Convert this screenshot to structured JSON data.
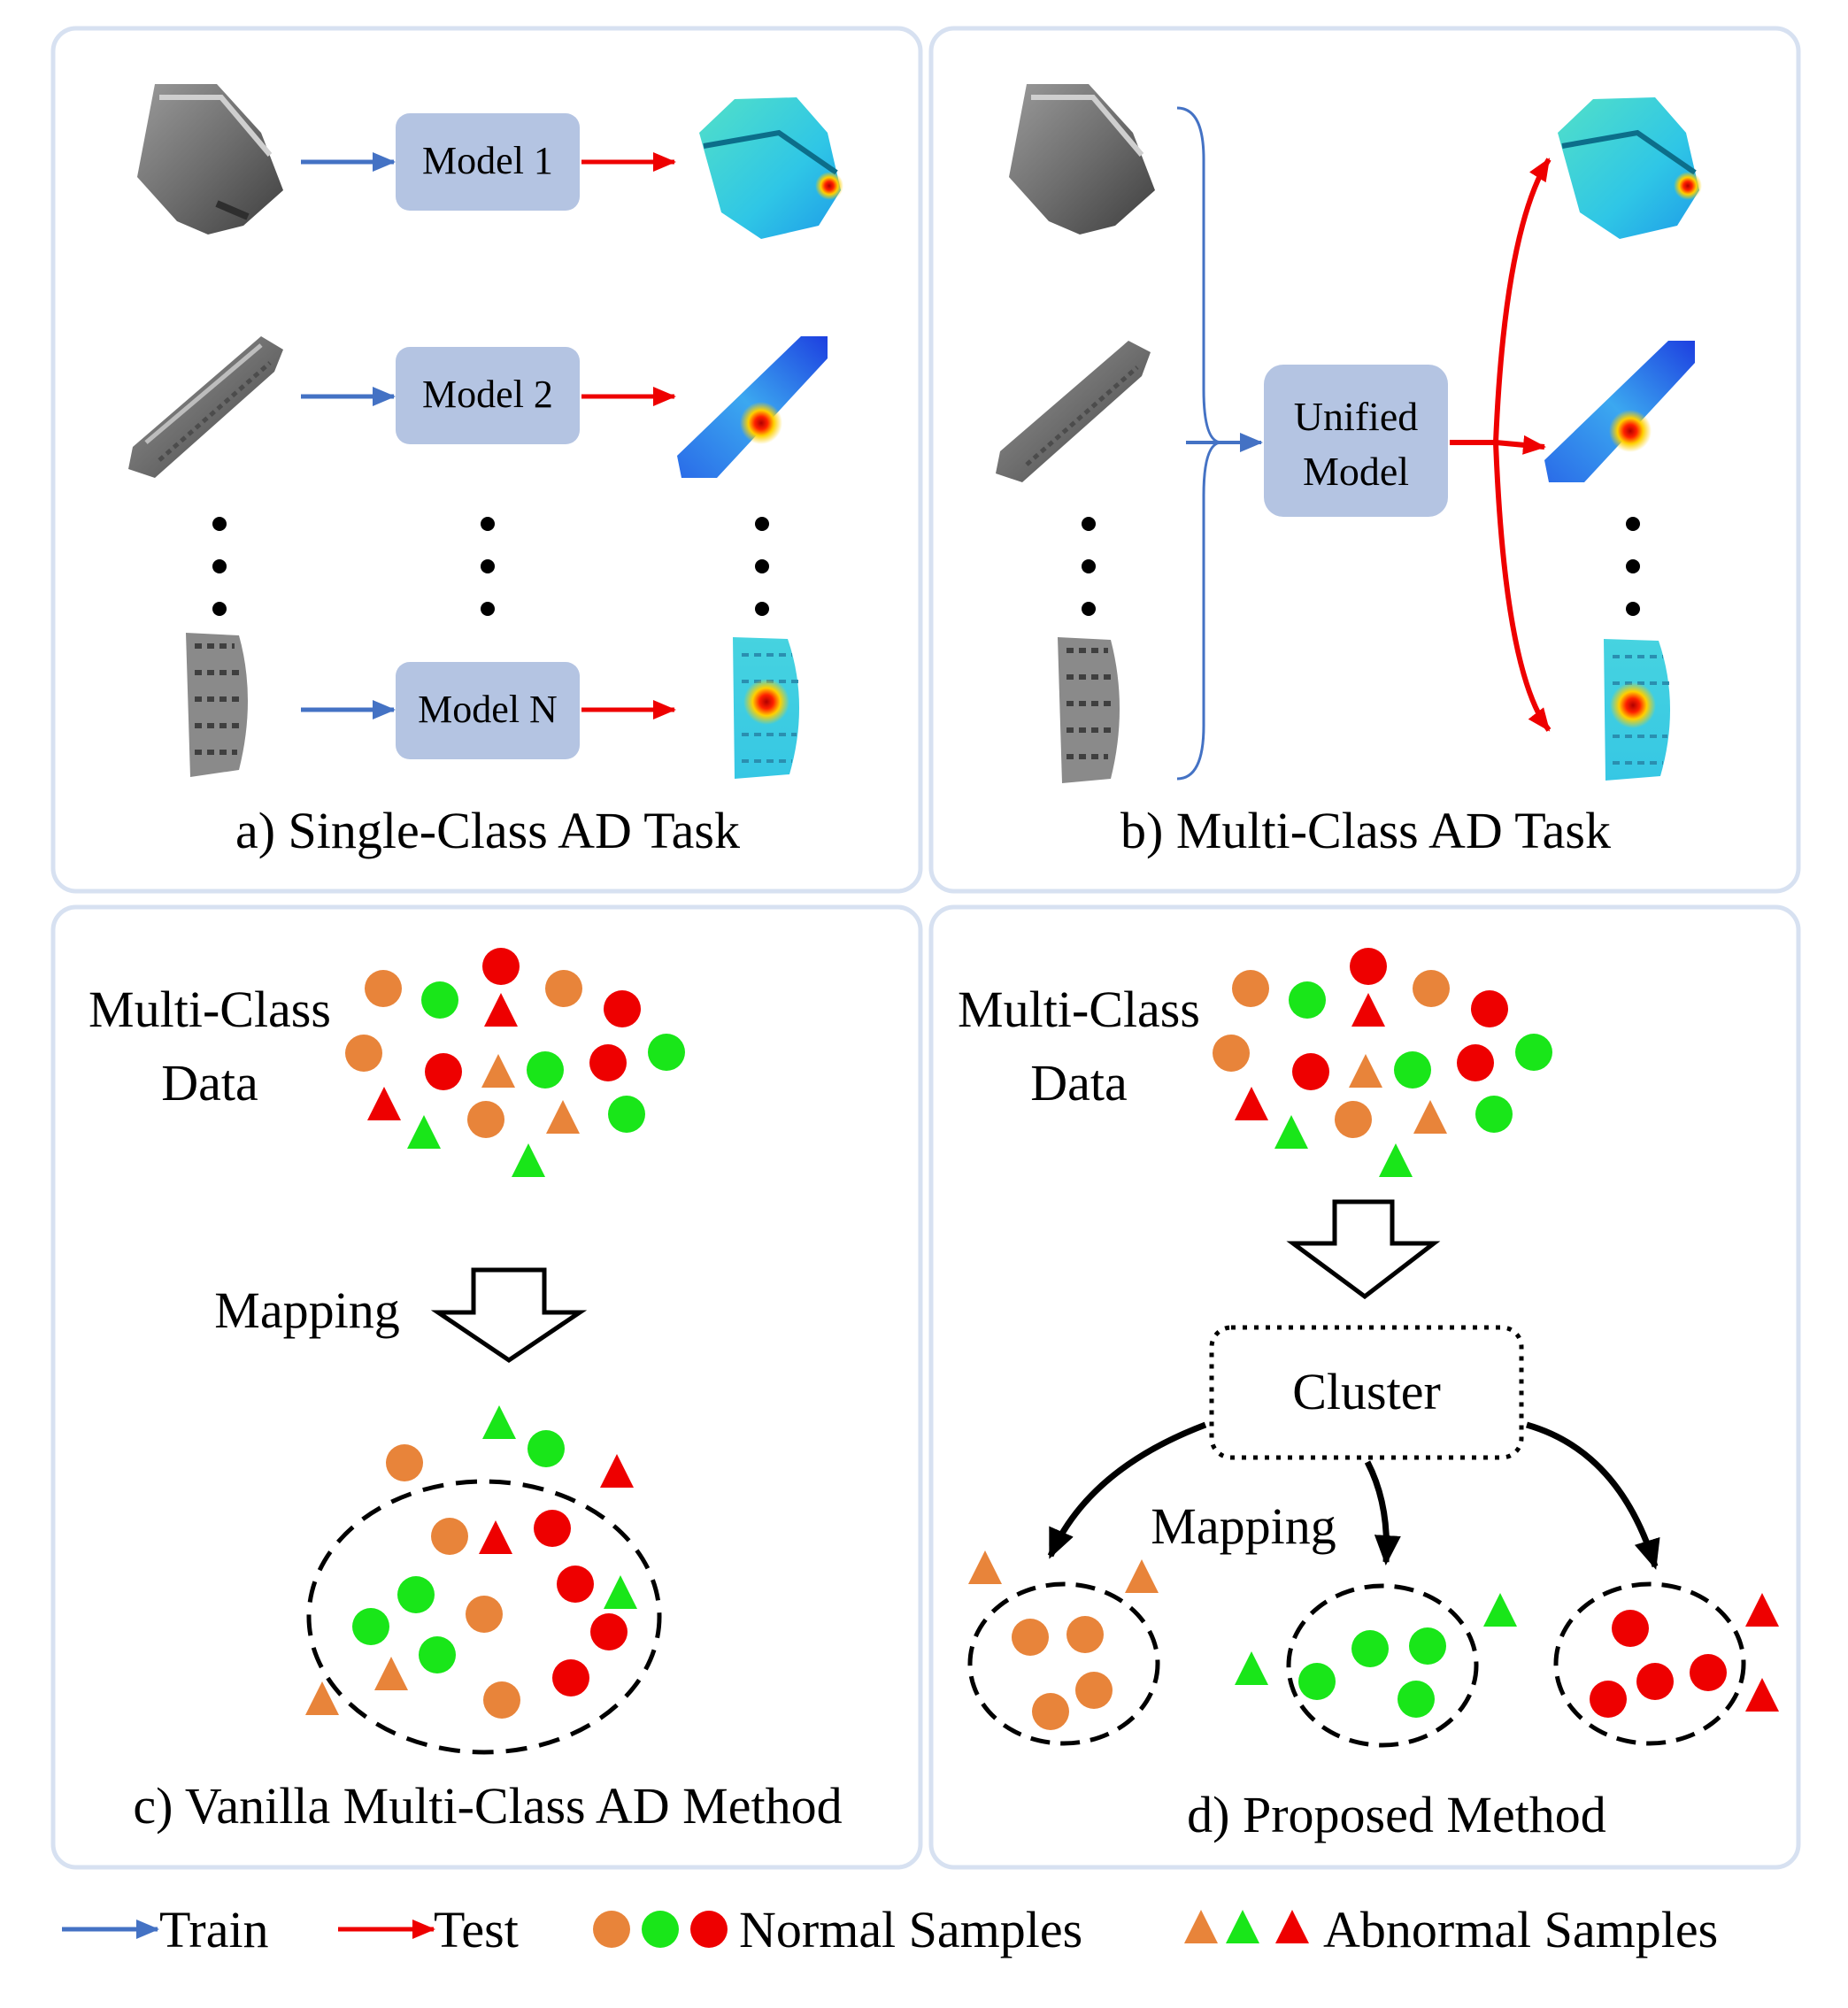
{
  "panels": {
    "a": {
      "caption": "a) Single-Class AD Task",
      "models": [
        "Model 1",
        "Model 2",
        "Model N"
      ]
    },
    "b": {
      "caption": "b) Multi-Class AD Task",
      "model_line1": "Unified",
      "model_line2": "Model"
    },
    "c": {
      "caption": "c) Vanilla Multi-Class AD Method",
      "data_line1": "Multi-Class",
      "data_line2": "Data",
      "mapping": "Mapping"
    },
    "d": {
      "caption": "d) Proposed Method",
      "data_line1": "Multi-Class",
      "data_line2": "Data",
      "cluster": "Cluster",
      "mapping": "Mapping"
    }
  },
  "legend": {
    "train": "Train",
    "test": "Test",
    "normal": "Normal Samples",
    "abnormal": "Abnormal Samples"
  },
  "colors": {
    "orange": "#E8843A",
    "green": "#19E619",
    "red": "#EE0000",
    "train_arrow": "#4472C4",
    "test_arrow": "#EE0000",
    "panel_border": "#D7E1F1",
    "model_box": "#B4C4E2",
    "cluster_border": "#000000"
  }
}
